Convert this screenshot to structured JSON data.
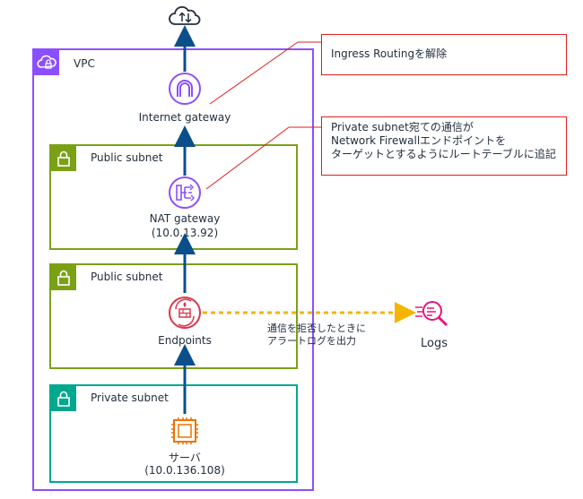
{
  "vpc": {
    "label": "VPC"
  },
  "subnets": [
    {
      "label": "Public subnet"
    },
    {
      "label": "Public subnet"
    },
    {
      "label": "Private subnet"
    }
  ],
  "nodes": {
    "igw": {
      "label": "Internet gateway"
    },
    "nat": {
      "label": "NAT gateway",
      "ip": "(10.0.13.92)"
    },
    "endpoints": {
      "label": "Endpoints"
    },
    "server": {
      "label": "サーバ",
      "ip": "(10.0.136.108)"
    },
    "logs": {
      "label": "Logs"
    }
  },
  "callouts": {
    "ingress": "Ingress Routingを解除",
    "route_line1": "Private subnet宛ての通信が",
    "route_line2": "Network Firewallエンドポイントを",
    "route_line3": "ターゲットとするようにルートテーブルに追記"
  },
  "log_note": {
    "line1": "通信を拒否したときに",
    "line2": "アラートログを出力"
  },
  "colors": {
    "vpc": "#8c4fff",
    "public_subnet": "#7aa116",
    "private_subnet": "#01a88d",
    "arrow": "#0b4f8a",
    "firewall": "#dd344c",
    "compute": "#ed7100",
    "callout": "#e11e1e",
    "log_arrow": "#f5b400"
  }
}
